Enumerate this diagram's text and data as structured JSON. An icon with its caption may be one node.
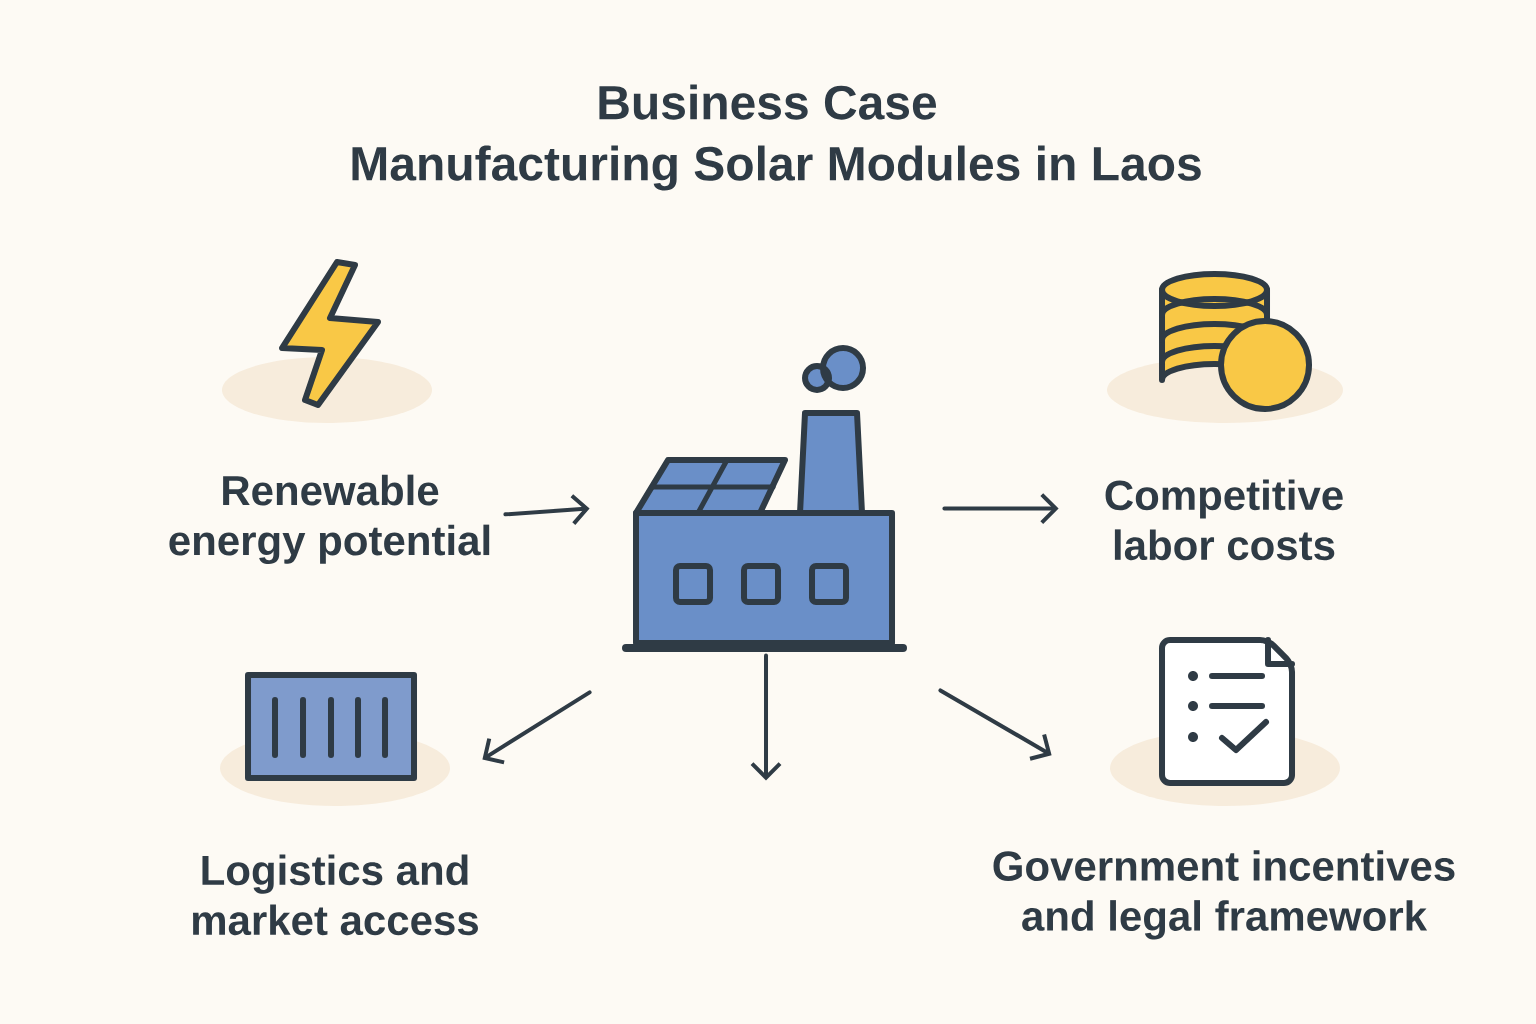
{
  "diagram": {
    "title": "Business Case",
    "nodes": [
      {
        "text": [],
        "shape": "picture"
      },
      {
        "text": [
          "Renewable energy potential"
        ]
      },
      {
        "text": [
          "Competitive labor costs"
        ]
      },
      {
        "text": [
          "Logistics and market access"
        ]
      },
      {
        "text": [
          "Government incentives and legal framework"
        ]
      }
    ],
    "edges": [
      {
        "from": 1,
        "to": 0,
        "arrow": "to"
      },
      {
        "from": 0,
        "to": 2,
        "arrow": "to"
      },
      {
        "from": 0,
        "to": 3,
        "arrow": "to"
      },
      {
        "from": 0,
        "to": null,
        "arrow": "to"
      },
      {
        "from": 0,
        "to": 4,
        "arrow": "to"
      }
    ],
    "labels": [
      "Manufacturing Solar Modules in Laos"
    ]
  }
}
